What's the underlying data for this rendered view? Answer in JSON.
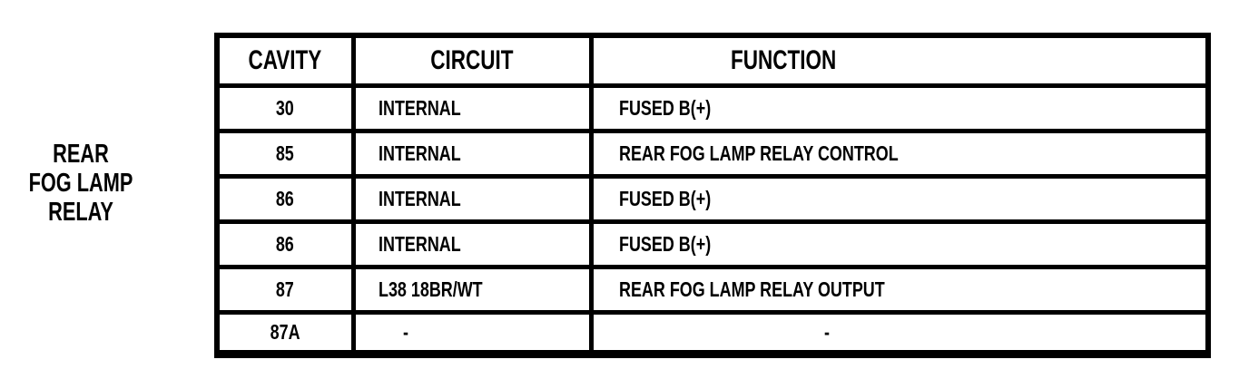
{
  "colors": {
    "background": "#ffffff",
    "line": "#000000",
    "text": "#000000"
  },
  "component_label": {
    "lines": [
      "REAR",
      "FOG LAMP",
      "RELAY"
    ]
  },
  "table": {
    "headers": [
      "CAVITY",
      "CIRCUIT",
      "FUNCTION"
    ],
    "rows": [
      {
        "cavity": "30",
        "circuit": "INTERNAL",
        "function": "FUSED B(+)"
      },
      {
        "cavity": "85",
        "circuit": "INTERNAL",
        "function": "REAR FOG LAMP RELAY CONTROL"
      },
      {
        "cavity": "86",
        "circuit": "INTERNAL",
        "function": "FUSED B(+)"
      },
      {
        "cavity": "86",
        "circuit": "INTERNAL",
        "function": "FUSED B(+)"
      },
      {
        "cavity": "87",
        "circuit": "L38 18BR/WT",
        "function": "REAR FOG LAMP RELAY OUTPUT"
      },
      {
        "cavity": "87A",
        "circuit": "-",
        "function": "-"
      }
    ]
  }
}
